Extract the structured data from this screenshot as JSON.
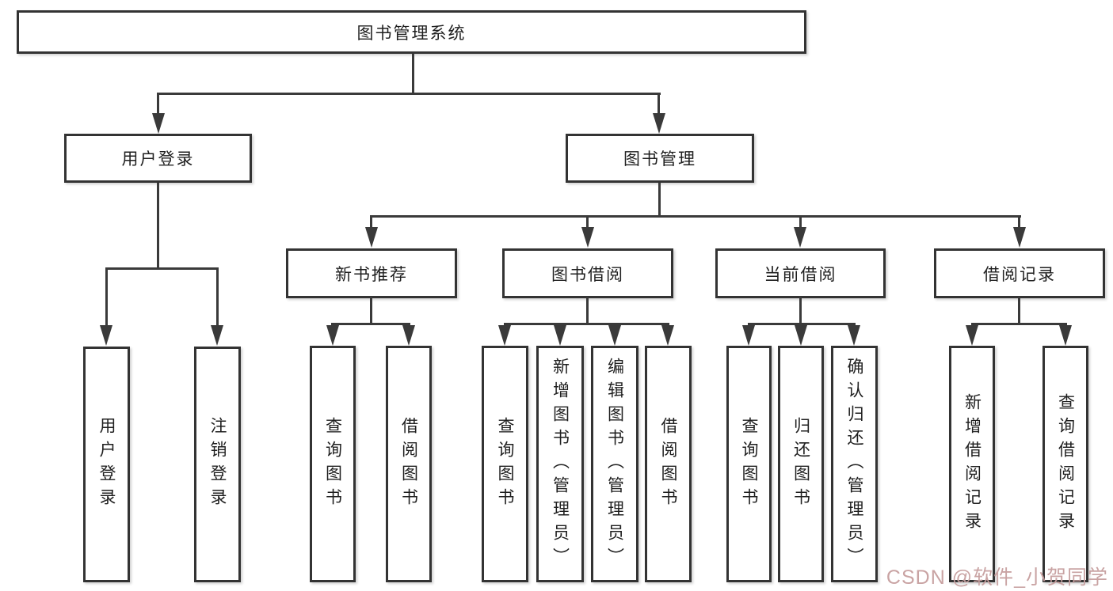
{
  "root": {
    "label": "图书管理系统"
  },
  "user_branch": {
    "label": "用户登录",
    "leaves": [
      {
        "label": "用户登录"
      },
      {
        "label": "注销登录"
      }
    ]
  },
  "book_branch": {
    "label": "图书管理",
    "groups": [
      {
        "label": "新书推荐",
        "leaves": [
          {
            "label": "查询图书"
          },
          {
            "label": "借阅图书"
          }
        ]
      },
      {
        "label": "图书借阅",
        "leaves": [
          {
            "label": "查询图书"
          },
          {
            "label": "新增图书（管理员）"
          },
          {
            "label": "编辑图书（管理员）"
          },
          {
            "label": "借阅图书"
          }
        ]
      },
      {
        "label": "当前借阅",
        "leaves": [
          {
            "label": "查询图书"
          },
          {
            "label": "归还图书"
          },
          {
            "label": "确认归还（管理员）"
          }
        ]
      },
      {
        "label": "借阅记录",
        "leaves": [
          {
            "label": "新增借阅记录"
          },
          {
            "label": "查询借阅记录"
          }
        ]
      }
    ]
  },
  "watermark": {
    "text": "CSDN @软件_小贺同学",
    "color": "#c79f9f"
  },
  "colors": {
    "line": "#3a3a3a",
    "box_border": "#333333",
    "background": "#ffffff"
  }
}
